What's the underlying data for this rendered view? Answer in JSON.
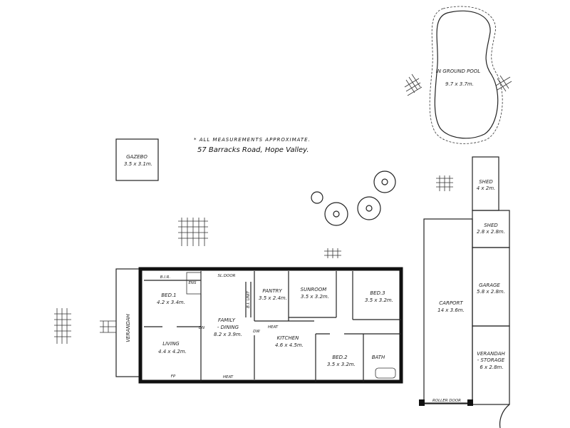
{
  "header": {
    "note": "* ALL MEASUREMENTS APPROXIMATE.",
    "address": "57 Barracks Road, Hope Valley."
  },
  "outdoor": {
    "pool": {
      "name": "IN GROUND POOL",
      "size": "9.7 x 3.7m."
    },
    "gazebo": {
      "name": "GAZEBO",
      "size": "3.5 x 3.1m."
    }
  },
  "house": {
    "verandah": "VERANDAH",
    "rooms": {
      "bed1": {
        "name": "BED.1",
        "size": "4.2 x 3.4m."
      },
      "bir": "B.I.R.",
      "ens": "ENS",
      "living": {
        "name": "LIVING",
        "size": "4.4 x 4.2m."
      },
      "family": {
        "name": "FAMILY",
        "name2": "- DINING",
        "size": "8.2 x 3.9m."
      },
      "sl_door": "SL.DOOR",
      "bi_unit": "B.I. UNIT",
      "pantry": {
        "name": "PANTRY",
        "size": "3.5 x 2.4m."
      },
      "sunroom": {
        "name": "SUNROOM",
        "size": "3.5 x 3.2m."
      },
      "bed3": {
        "name": "BED.3",
        "size": "3.5 x 3.2m."
      },
      "kitchen": {
        "name": "KITCHEN",
        "size": "4.6 x 4.5m."
      },
      "bed2": {
        "name": "BED.2",
        "size": "3.5 x 3.2m."
      },
      "bath": {
        "name": "BATH"
      }
    },
    "fixtures": {
      "heat": "HEAT",
      "fp": "FP",
      "dw": "DW",
      "wc": "DN"
    }
  },
  "outbuildings": {
    "carport": {
      "name": "CARPORT",
      "size": "14 x 3.6m."
    },
    "shed1": {
      "name": "SHED",
      "size": "4 x 2m."
    },
    "shed2": {
      "name": "SHED",
      "size": "2.8 x 2.8m."
    },
    "garage": {
      "name": "GARAGE",
      "size": "5.8 x 2.8m."
    },
    "verandah_storage": {
      "name": "VERANDAH",
      "name2": "- STORAGE",
      "size": "6 x 2.8m."
    },
    "roller_door": "ROLLER DOOR"
  },
  "colors": {
    "ink": "#111111",
    "paper": "#ffffff"
  }
}
